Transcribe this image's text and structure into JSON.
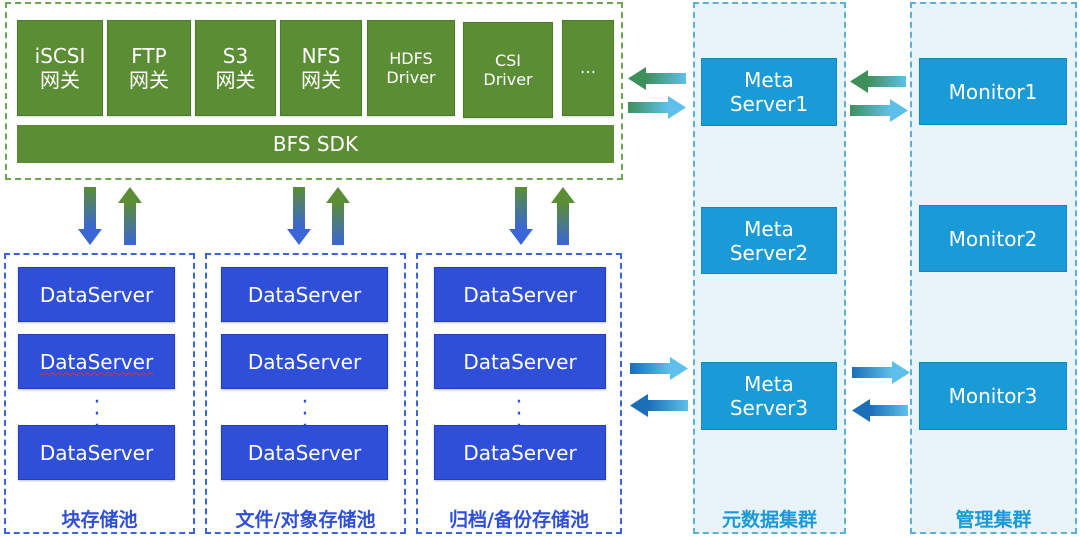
{
  "gateways": [
    {
      "label": "iSCSI\n网关"
    },
    {
      "label": "FTP\n网关"
    },
    {
      "label": "S3\n网关"
    },
    {
      "label": "NFS\n网关"
    },
    {
      "label": "HDFS\nDriver"
    },
    {
      "label": "CSI\nDriver"
    },
    {
      "label": "…"
    }
  ],
  "sdk_label": "BFS SDK",
  "pools": [
    {
      "label": "块存储池",
      "servers": [
        "DataServer",
        "DataServer",
        "DataServer"
      ]
    },
    {
      "label": "文件/对象存储池",
      "servers": [
        "DataServer",
        "DataServer",
        "DataServer"
      ]
    },
    {
      "label": "归档/备份存储池",
      "servers": [
        "DataServer",
        "DataServer",
        "DataServer"
      ]
    }
  ],
  "meta_cluster": {
    "label": "元数据集群",
    "servers": [
      "Meta\nServer1",
      "Meta\nServer2",
      "Meta\nServer3"
    ]
  },
  "monitor_cluster": {
    "label": "管理集群",
    "monitors": [
      "Monitor1",
      "Monitor2",
      "Monitor3"
    ]
  },
  "colors": {
    "gateway_green": "#5b8d35",
    "frame_green": "#6aa84f",
    "dataserver_blue": "#2f4fd8",
    "cluster_cyan": "#1a9ad6",
    "cluster_bg": "#e8f3fa"
  }
}
